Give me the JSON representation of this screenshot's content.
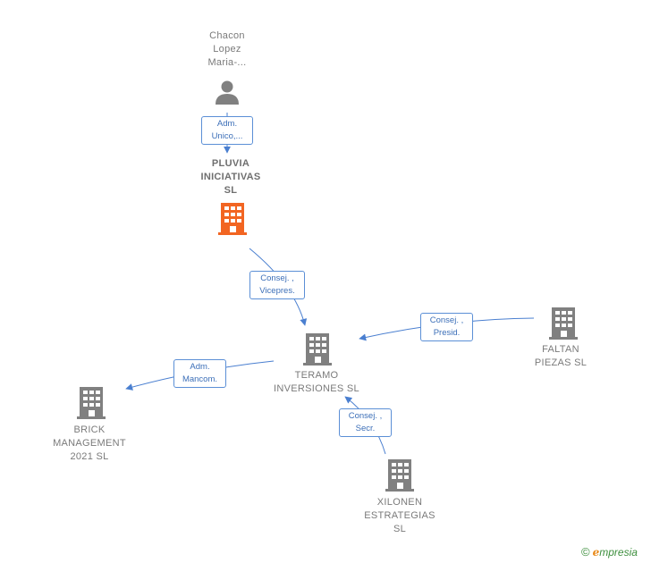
{
  "nodes": {
    "person": {
      "lines": [
        "Chacon",
        "Lopez",
        "Maria-..."
      ]
    },
    "pluvia": {
      "lines": [
        "PLUVIA",
        "INICIATIVAS",
        "SL"
      ],
      "color": "#f26522"
    },
    "teramo": {
      "lines": [
        "TERAMO",
        "INVERSIONES SL"
      ]
    },
    "faltan": {
      "lines": [
        "FALTAN",
        "PIEZAS SL"
      ]
    },
    "brick": {
      "lines": [
        "BRICK",
        "MANAGEMENT",
        "2021 SL"
      ]
    },
    "xilonen": {
      "lines": [
        "XILONEN",
        "ESTRATEGIAS",
        "SL"
      ]
    }
  },
  "edges": {
    "person_pluvia": {
      "lines": [
        "Adm.",
        "Unico,..."
      ]
    },
    "pluvia_teramo": {
      "lines": [
        "Consej. ,",
        "Vicepres."
      ]
    },
    "faltan_teramo": {
      "lines": [
        "Consej. ,",
        "Presid."
      ]
    },
    "teramo_brick": {
      "lines": [
        "Adm.",
        "Mancom."
      ]
    },
    "xilonen_teramo": {
      "lines": [
        "Consej. ,",
        "Secr."
      ]
    }
  },
  "colors": {
    "edge": "#4a7fd0",
    "building": "#808080",
    "highlight": "#f26522",
    "person": "#808080"
  },
  "icons": {
    "person": "person-icon",
    "building": "building-icon"
  },
  "brand": {
    "copyright": "©",
    "initial": "e",
    "rest": "mpresia"
  }
}
